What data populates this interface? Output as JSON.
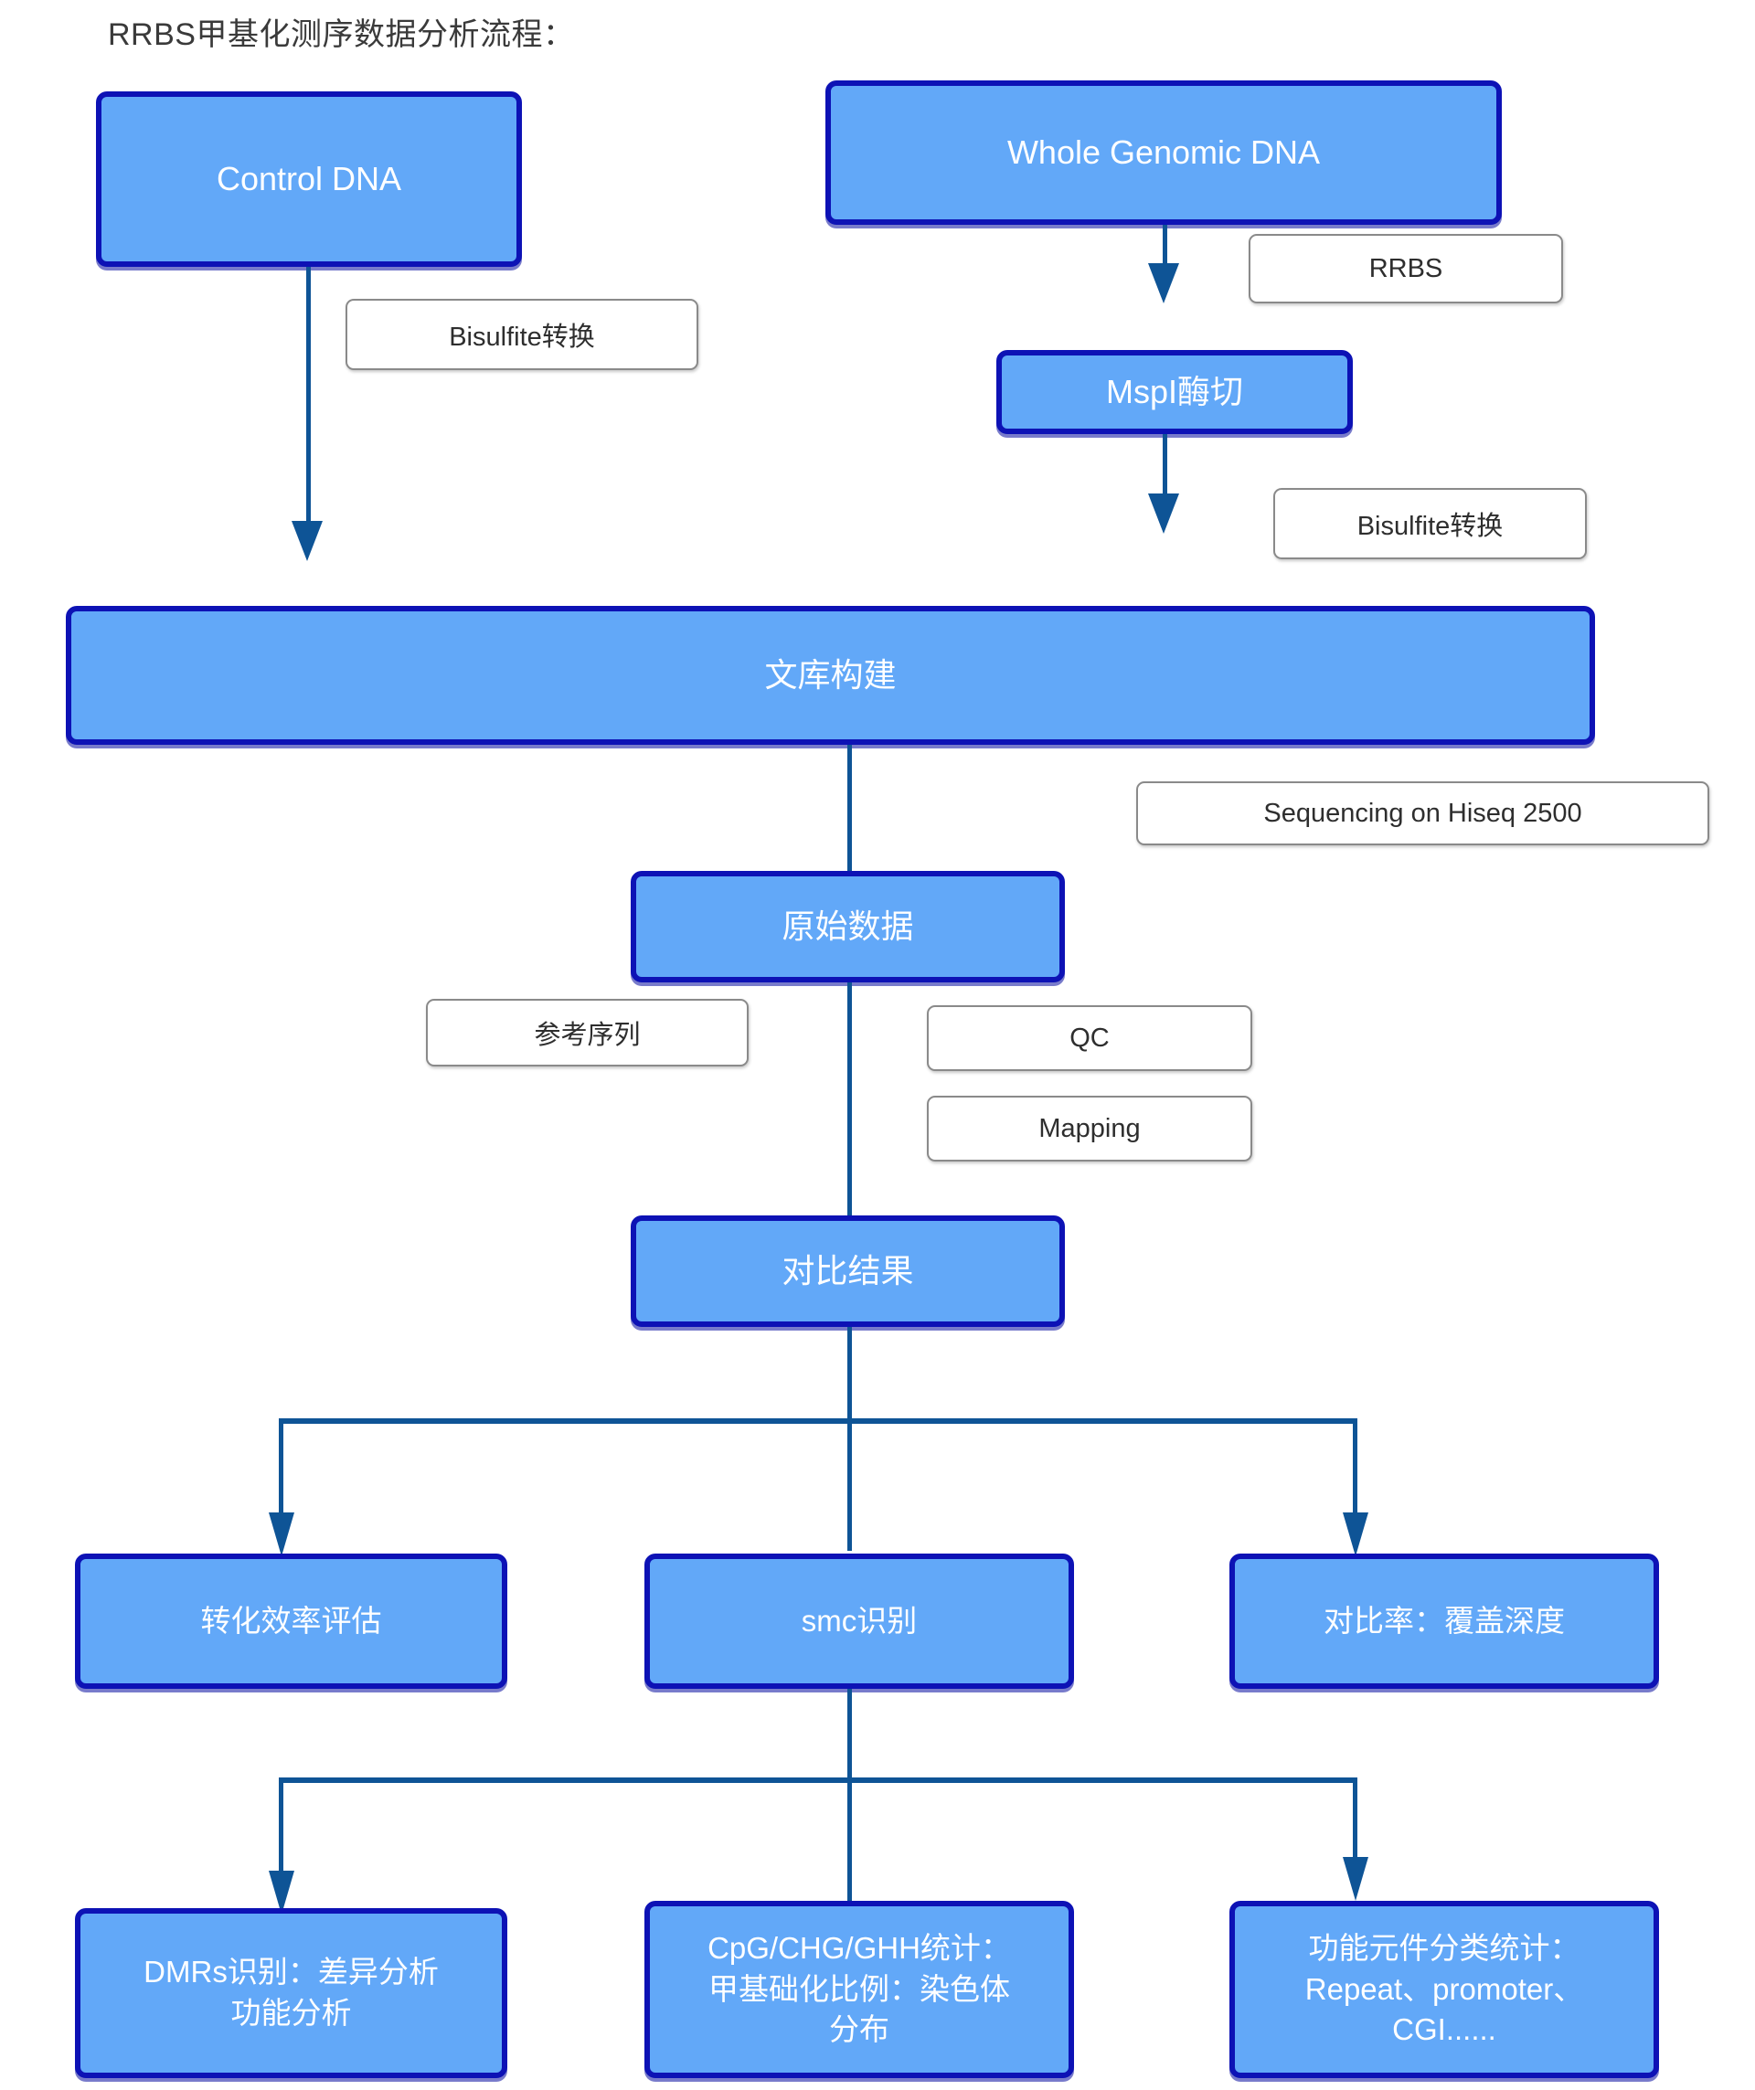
{
  "diagram": {
    "title": "RRBS甲基化测序数据分析流程：",
    "colors": {
      "box_fill": "#62a8f8",
      "box_border": "#0d12b5",
      "box_text": "#ffffff",
      "connector": "#0e5496",
      "label_border": "#8a8a8a",
      "label_text": "#2e2e2e",
      "background": "#ffffff"
    },
    "nodes": [
      {
        "id": "control_dna",
        "label": "Control DNA"
      },
      {
        "id": "whole_genomic_dna",
        "label": "Whole Genomic DNA"
      },
      {
        "id": "mspi_digestion",
        "label": "MspI酶切"
      },
      {
        "id": "library_construction",
        "label": "文库构建"
      },
      {
        "id": "raw_data",
        "label": "原始数据"
      },
      {
        "id": "mapping_result",
        "label": "对比结果"
      },
      {
        "id": "conversion_rate",
        "label": "转化效率评估"
      },
      {
        "id": "smc_detection",
        "label": "smc识别"
      },
      {
        "id": "mapping_rate",
        "label": "对比率：覆盖深度"
      },
      {
        "id": "dmrs",
        "label_line1": "DMRs识别：差异分析",
        "label_line2": "功能分析"
      },
      {
        "id": "context_stats",
        "label_line1": "CpG/CHG/GHH统计：",
        "label_line2": "甲基础化比例：染色体",
        "label_line3": "分布"
      },
      {
        "id": "functional_elements",
        "label_line1": "功能元件分类统计：",
        "label_line2": "Repeat、promoter、",
        "label_line3": "CGI......"
      }
    ],
    "edge_labels": [
      {
        "id": "bisulfite_left",
        "text": "Bisulfite转换"
      },
      {
        "id": "rrbs",
        "text": "RRBS"
      },
      {
        "id": "bisulfite_right",
        "text": "Bisulfite转换"
      },
      {
        "id": "sequencing",
        "text": "Sequencing on Hiseq 2500"
      },
      {
        "id": "reference",
        "text": "参考序列"
      },
      {
        "id": "qc",
        "text": "QC"
      },
      {
        "id": "mapping",
        "text": "Mapping"
      }
    ]
  }
}
